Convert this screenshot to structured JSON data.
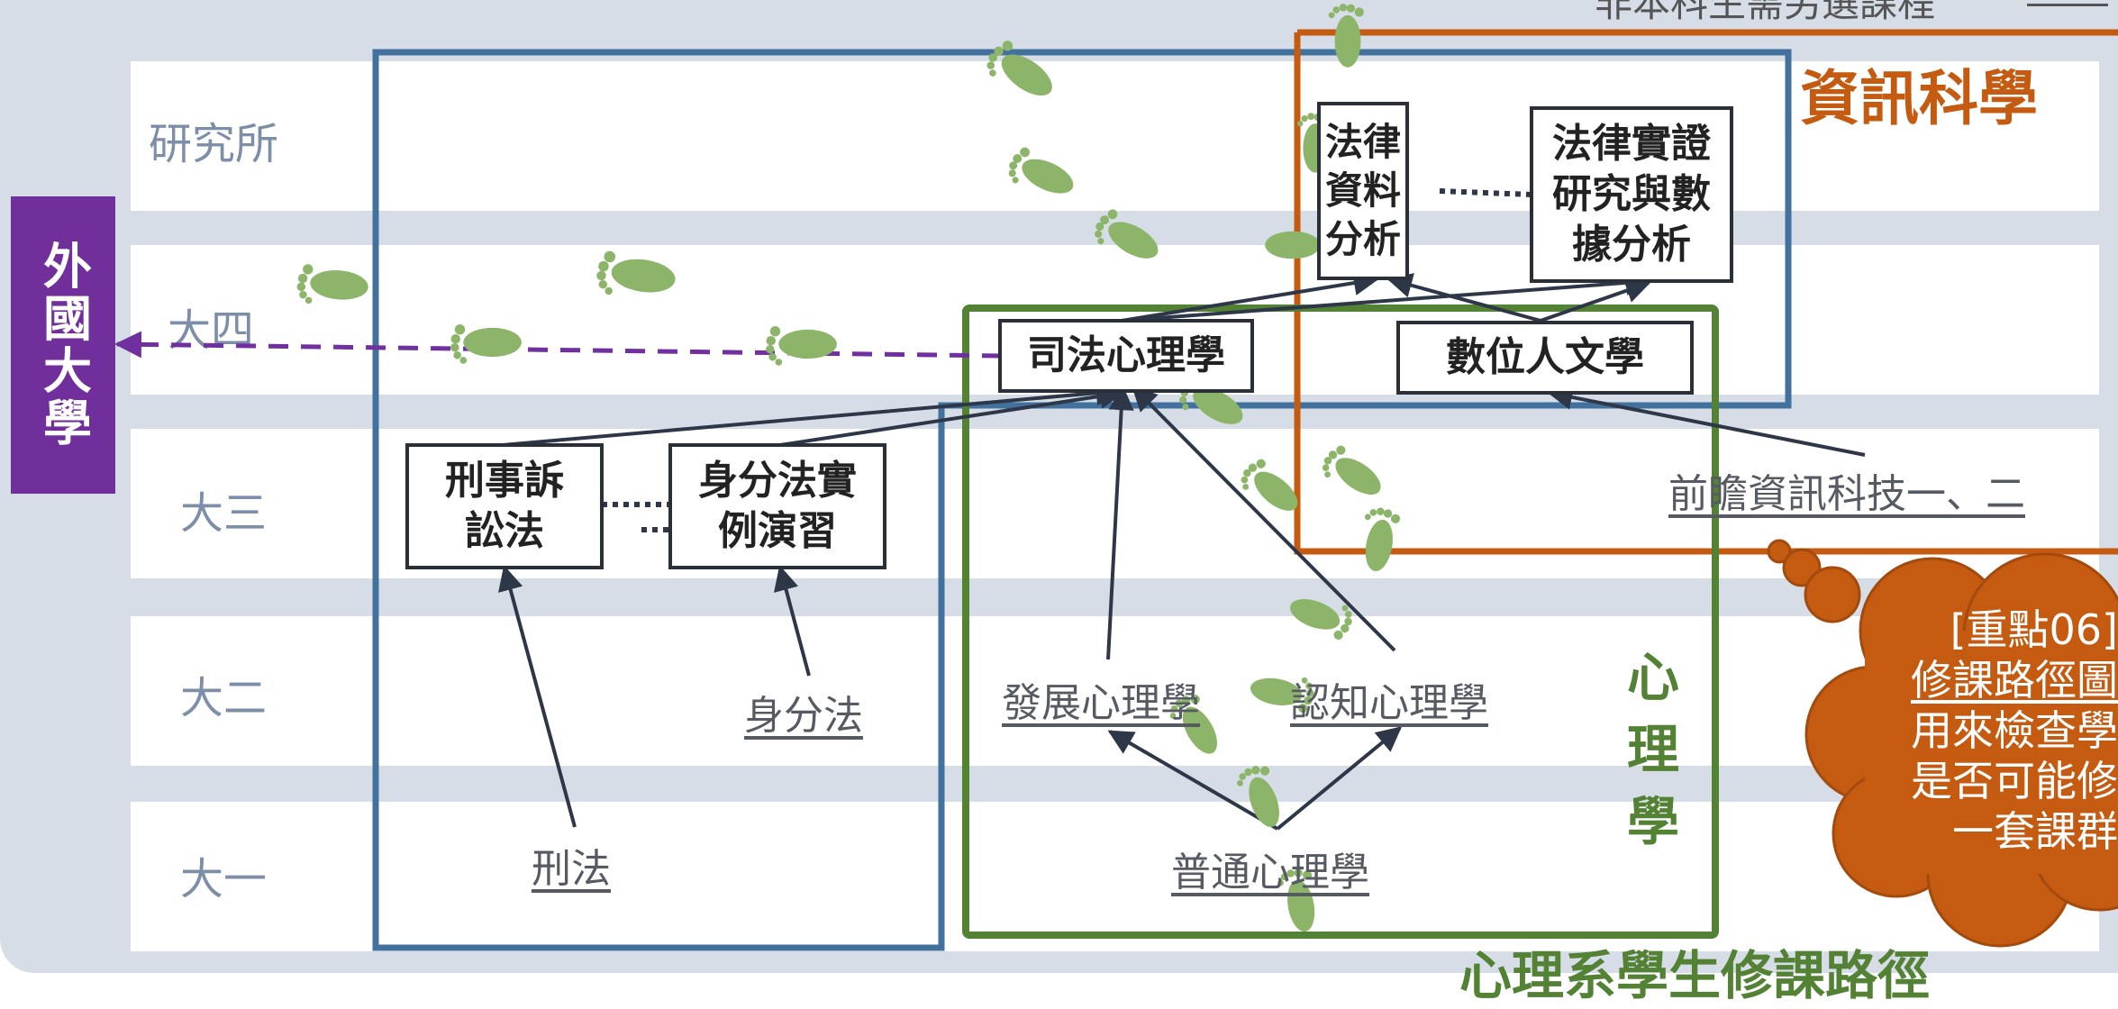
{
  "header_partial": "非本科生需另選課程",
  "year_labels": [
    "研究所",
    "大四",
    "大三",
    "大二",
    "大一"
  ],
  "side_label": "外國大學",
  "boxed_courses": {
    "legal_data": "法律\n資料\n分析",
    "empirical": "法律實證\n研究與數\n據分析",
    "forensic_psych": "司法心理學",
    "digital_humanities": "數位人文學",
    "criminal_procedure": "刑事訴\n訟法",
    "family_law_practice": "身分法實\n例演習"
  },
  "plain_courses": {
    "frontier_it": "前瞻資訊科技一、二",
    "family_law": "身分法",
    "dev_psych": "發展心理學",
    "cog_psych": "認知心理學",
    "criminal_law": "刑法",
    "general_psych": "普通心理學"
  },
  "region_labels": {
    "info_science": "資訊科學",
    "psychology": "心\n理\n學",
    "psych_path": "心理系學生修課路徑"
  },
  "callout_lines": [
    "[重點06]",
    "修課路徑圖",
    "用來檢查學",
    "是否可能修",
    "一套課群"
  ],
  "colors": {
    "panel": "#d6dde7",
    "blue_region": "#41719c",
    "orange_region": "#c55a11",
    "green_region": "#548235",
    "purple": "#7030a0",
    "footprint": "#8cb56a",
    "arrow": "#2e3748"
  },
  "icons": [
    "footprint-icon"
  ]
}
